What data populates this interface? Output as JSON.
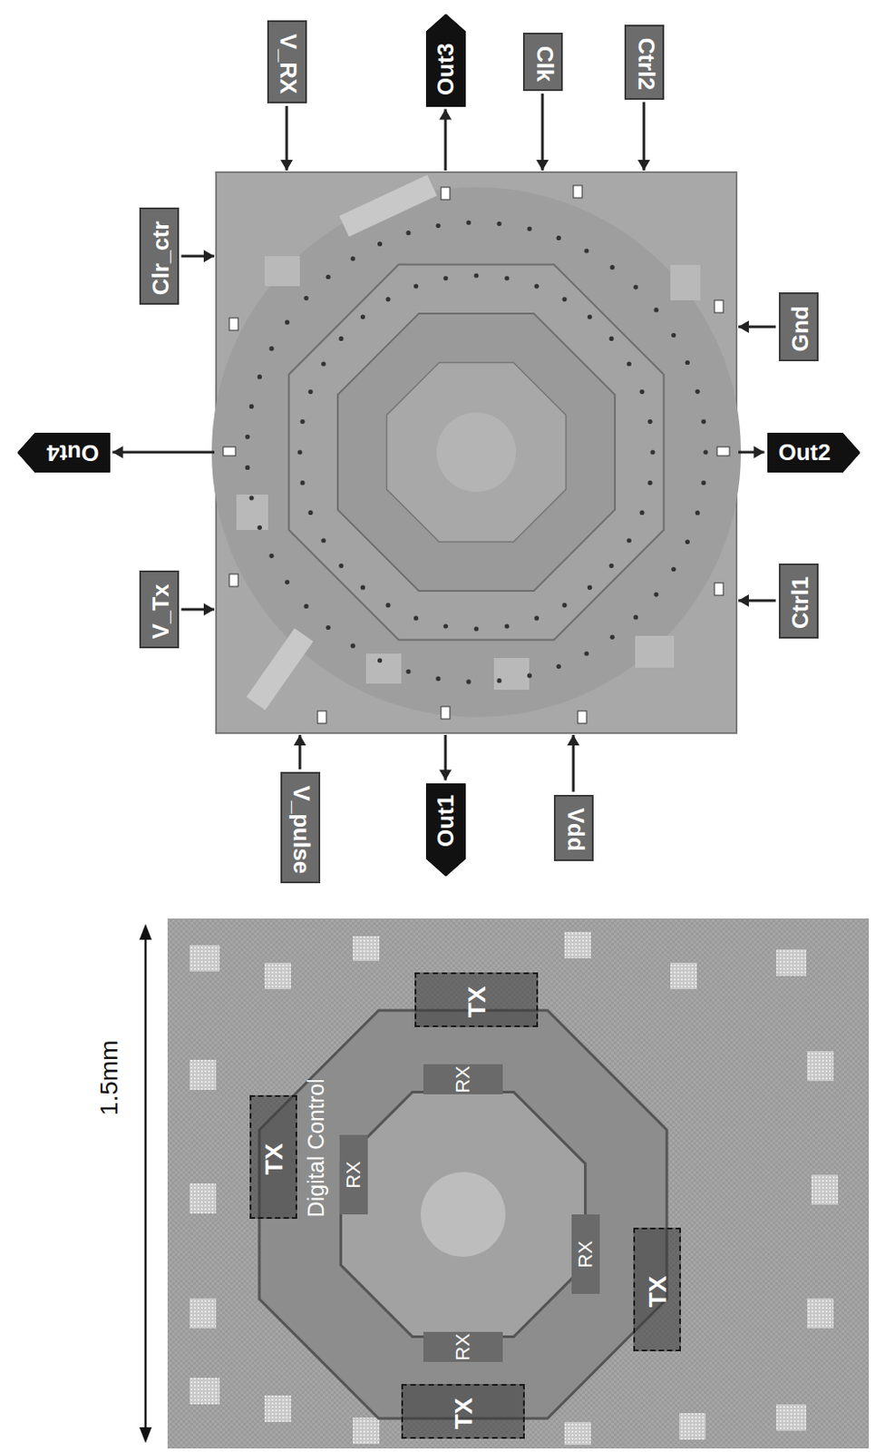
{
  "diagram": {
    "nodes": [
      {
        "text": [
          "V_RX"
        ]
      },
      {
        "text": [
          "Out3"
        ]
      },
      {
        "text": [
          "Clk"
        ]
      },
      {
        "text": [
          "Ctrl2"
        ]
      },
      {
        "text": [
          "Clr_ctr"
        ]
      },
      {
        "text": [
          "Out4"
        ]
      },
      {
        "text": [
          "V_Tx"
        ]
      },
      {
        "text": [
          "Gnd"
        ]
      },
      {
        "text": [
          "Out2"
        ]
      },
      {
        "text": [
          "Ctrl1"
        ]
      },
      {
        "text": [
          "V_pulse"
        ]
      },
      {
        "text": [
          "Out1"
        ]
      },
      {
        "text": [
          "Vdd"
        ]
      },
      {
        "text": [
          "TX"
        ]
      },
      {
        "text": [
          "TX"
        ]
      },
      {
        "text": [
          "TX"
        ]
      },
      {
        "text": [
          "TX"
        ]
      }
    ],
    "labels": [
      "1.5mm",
      "Digital Control",
      "RX",
      "RX",
      "RX",
      "RX"
    ]
  }
}
